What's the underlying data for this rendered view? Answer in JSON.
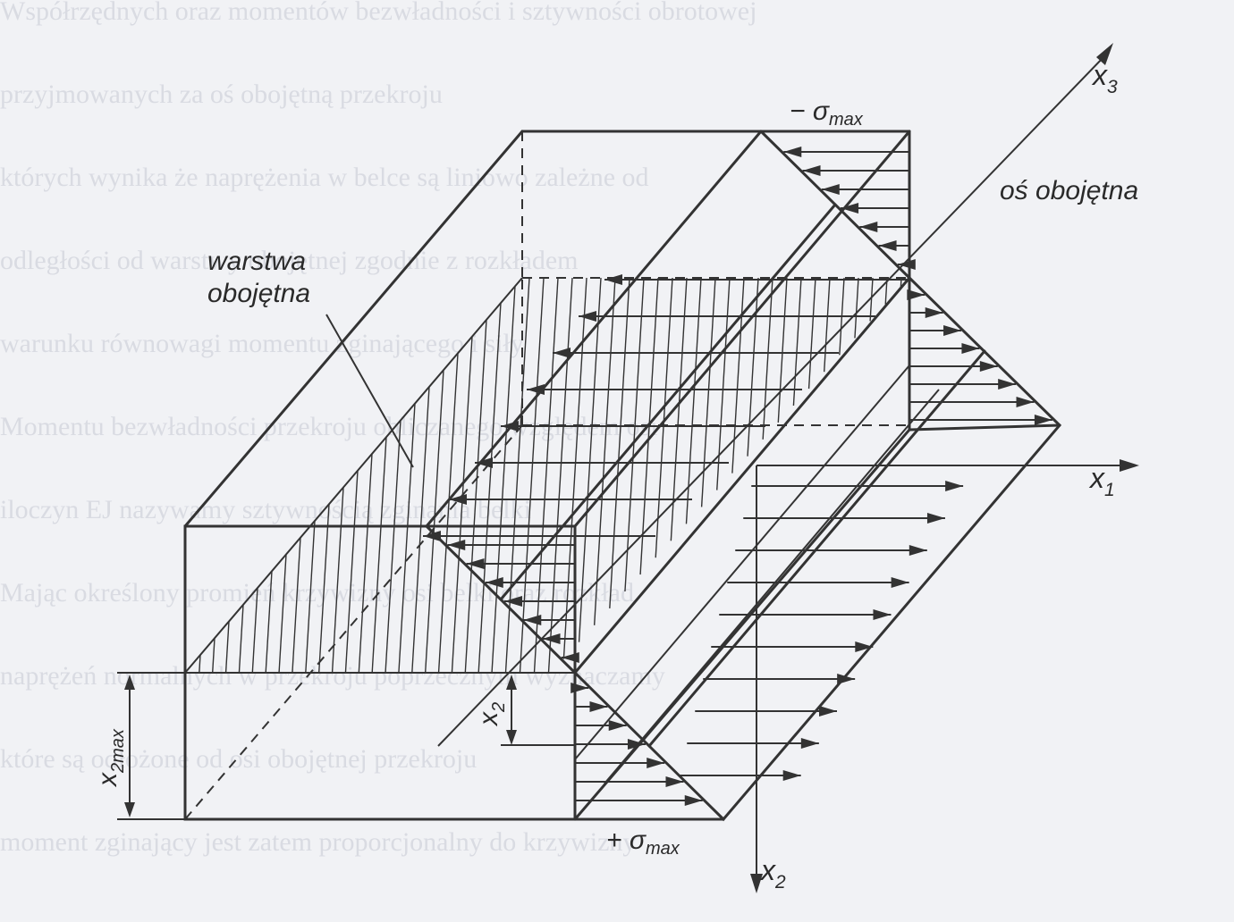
{
  "labels": {
    "neutral_layer_line1": "warstwa",
    "neutral_layer_line2": "obojętna",
    "neutral_axis": "oś obojętna",
    "sigma_top_sign": "− σ",
    "sigma_top_sub": "max",
    "sigma_bottom_sign": "+ σ",
    "sigma_bottom_sub": "max",
    "x1": "x",
    "x1_sub": "1",
    "x2_axis": "x",
    "x2_axis_sub": "2",
    "x3": "x",
    "x3_sub": "3",
    "x2_dim": "x",
    "x2_dim_sub": "2",
    "x2max_dim": "x",
    "x2max_dim_sub": "2max"
  },
  "background_text": [
    "Współrzędnych oraz momentów bezwładności i sztywności obrotowej",
    "przyjmowanych za oś obojętną przekroju",
    "których wynika że naprężenia w belce są liniowo zależne od",
    "odległości od warstwy obojętnej zgodnie z rozkładem",
    "warunku równowagi momentu zginającego i siły",
    "Momentu bezwładności przekroju obliczanego względem osi",
    "iloczyn EJ nazywamy sztywnością zginania belki",
    "Mając określony promień krzywizny osi belki oraz rozkład",
    "naprężeń normalnych w przekroju poprzecznym wyznaczamy",
    "które są odłożone od osi obojętnej przekroju",
    "moment zginający jest zatem proporcjonalny do krzywizny"
  ],
  "colors": {
    "ink": "#333333",
    "paper": "#f1f2f5",
    "ghost_text": "#d9dbe2"
  }
}
